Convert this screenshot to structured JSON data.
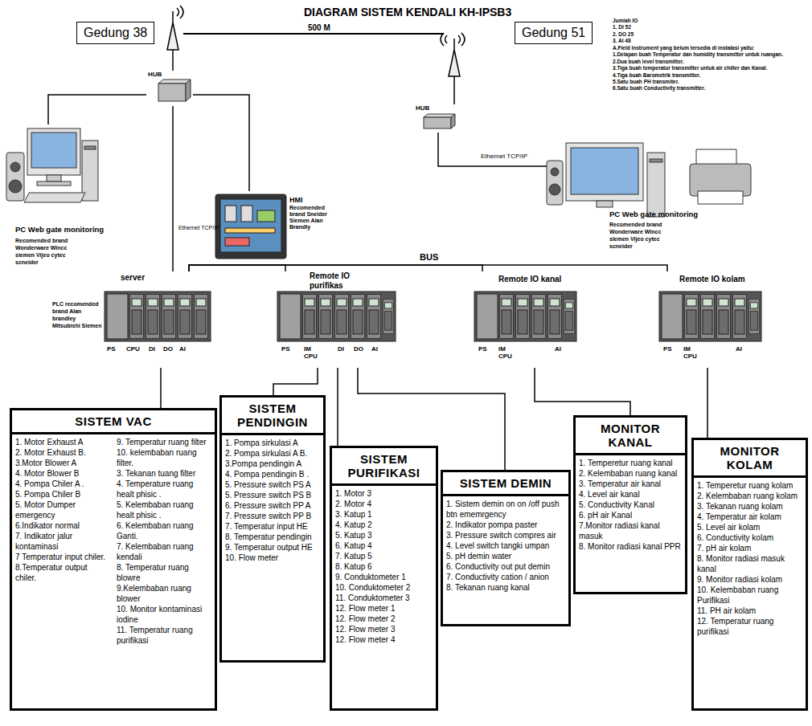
{
  "diagram": {
    "title": "DIAGRAM SISTEM KENDALI KH-IPSB3",
    "nodes": [
      {
        "text": [
          "Gedung 38"
        ]
      },
      {
        "text": [
          "Gedung 51"
        ]
      },
      {
        "text": [
          "HUB"
        ]
      },
      {
        "text": [
          "HUB"
        ]
      },
      {
        "text": [
          "HMI",
          "Recomended brand Sneider Siemen Alan Brandly"
        ]
      },
      {
        "text": [
          "PC Web gate monitoring",
          "Recomended brand Wonderware Wincc siemen Vijeo cytec scneider"
        ]
      },
      {
        "text": [
          "PC Web gate monitoring",
          "Recomended brand Wonderware Wincc siemen Vijeo cytec scneider"
        ]
      },
      {
        "text": [
          "server",
          "PLC recomended brand Alan brandley Mitsubishi Siemen",
          "PS",
          "CPU",
          "DI",
          "DO",
          "AI"
        ]
      },
      {
        "text": [
          "Remote IO purifikas",
          "PS",
          "IM CPU",
          "DI",
          "DO",
          "AI"
        ]
      },
      {
        "text": [
          "Remote IO kanal",
          "PS",
          "IM CPU",
          "AI"
        ]
      },
      {
        "text": [
          "Remote IO kolam",
          "PS",
          "IM CPU",
          "AI"
        ]
      },
      {
        "text": [
          "SISTEM VAC",
          "1. Motor Exhaust A",
          "2. Motor Exhaust B.",
          "3.Motor Blower A",
          "4. Motor Blower B",
          "4. Pompa Chiler A .",
          "5. Pompa Chiler B",
          "5. Motor Dumper emergency",
          "6.Indikator normal",
          "7. Indikator jalur kontaminasi",
          "7 Temperatur input chiler.",
          "8.Temperatur output chiler.",
          "9. Temperatur ruang filter",
          "10. kelembaban ruang filter.",
          "3. Tekanan tuang filter",
          "4. Temperature ruang healt phisic .",
          "5. Kelembaban ruang healt phisic .",
          "6. Kelembaban ruang Ganti.",
          "7. Kelembaban ruang kendali",
          "8. Temperatur ruang blowre",
          "9.Kelembaban ruang blower",
          "10. Monitor kontaminasi iodine",
          "11. Temperatur ruang purifikasi"
        ]
      },
      {
        "text": [
          "SISTEM PENDINGIN",
          "1. Pompa sirkulasi A",
          "2. Pompa sirkulasi A B.",
          "3.Pompa pendingin A",
          "4. Pompa pendingin B .",
          "5. Pressure switch PS A",
          "5. Pressure switch PS B",
          "6. Pressure switch PP A",
          "7. Pressure switch PP B",
          "7. Temperatur input HE",
          "8. Temperatur pendingin",
          "9. Temperatur output HE",
          "10. Flow meter"
        ]
      },
      {
        "text": [
          "SISTEM PURIFIKASI",
          "1. Motor 3",
          "2. Motor 4",
          "3. Katup 1",
          "4. Katup 2",
          "5. Katup 3",
          "6. Katup 4",
          "7. Katup 5",
          "8. Katup 6",
          "9. Conduktometer 1",
          "10. Conduktometer 2",
          "11. Conduktometer 3",
          "12. Flow meter 1",
          "12. Flow meter 2",
          "12. Flow meter 3",
          "12. Flow meter 4"
        ]
      },
      {
        "text": [
          "SISTEM DEMIN",
          "1. Sistem demin on on /off push btn ememrgency",
          "2. Indikator pompa paster",
          "3. Pressure switch compres air",
          "4. Level switch tangki umpan",
          "5. pH demin water",
          "6. Conductivity out put demin",
          "7. Conductivity cation / anion",
          "8. Tekanan ruang kanal"
        ]
      },
      {
        "text": [
          "MONITOR KANAL",
          "1. Temperetur ruang kanal",
          "2. Kelembaban ruang kanal",
          "3. Temperatur air kanal",
          "4. Level air kanal",
          "5. Conductivity Kanal",
          "6. pH air Kanal",
          "7.Monitor radiasi kanal masuk",
          "8. Monitor radiasi kanal PPR"
        ]
      },
      {
        "text": [
          "MONITOR KOLAM",
          "1. Temperetur ruang kolam",
          "2. Kelembaban ruang kolam",
          "3. Tekanan ruang kolam",
          "4. Temperatur air kolam",
          "5. Level air kolam",
          "6. Conductivity kolam",
          "7. pH air kolam",
          "8. Monitor radiasi masuk kanal",
          "9. Monitor radiasi kolam",
          "10. Kelembaban ruang Purifikasi",
          "11. PH air kolam",
          "12. Temperatur ruang purifikasi"
        ]
      }
    ],
    "edges": [
      {
        "from": 2,
        "to": 5,
        "arrow": "none"
      },
      {
        "from": 2,
        "to": 4,
        "arrow": "none"
      },
      {
        "from": 2,
        "to": 7,
        "arrow": "none"
      },
      {
        "from": 3,
        "to": 6,
        "arrow": "none"
      },
      {
        "from": 7,
        "to": 8,
        "arrow": "none"
      },
      {
        "from": 7,
        "to": 9,
        "arrow": "none"
      },
      {
        "from": 7,
        "to": 10,
        "arrow": "none"
      },
      {
        "from": 7,
        "to": 11,
        "arrow": "none"
      },
      {
        "from": 8,
        "to": 12,
        "arrow": "none"
      },
      {
        "from": 8,
        "to": 13,
        "arrow": "none"
      },
      {
        "from": 8,
        "to": 14,
        "arrow": "none"
      },
      {
        "from": 9,
        "to": 15,
        "arrow": "none"
      },
      {
        "from": 10,
        "to": 16,
        "arrow": "none"
      }
    ],
    "labels": [
      "500 M",
      "Ethernet TCP/IP",
      "Ethernet TCP/IP",
      "BUS",
      "Jumlah IO",
      "1. DI 52",
      "2. DO 25",
      "3. AI 48",
      "A.Field instrument yang belum tersedia di instalasi yaitu:",
      "1.Delapan buah Temperatur dan humidity transmitter untuk ruangan.",
      "2.Dua buah level transmitter.",
      "3.Tiga buah temperatur transmitter untuk air chiller dan Kanal.",
      "4.Tiga buah Barometrik transmitter.",
      "5.Satu buah PH transmiter.",
      "6.Satu buah Conductivity transmitter."
    ]
  }
}
